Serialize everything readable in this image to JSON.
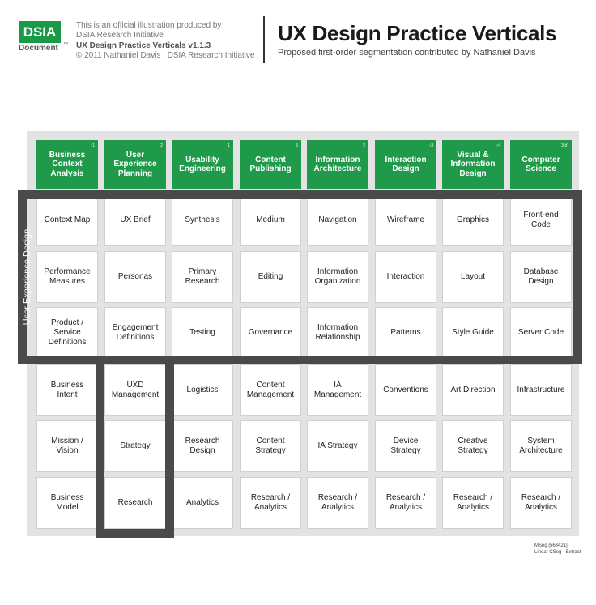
{
  "header": {
    "logo_text": "DSIA",
    "logo_sub": "Document",
    "logo_tm": "™",
    "notice_line1": "This is an official illustration produced by",
    "notice_line2": "DSIA Research Initiative",
    "notice_line3": "UX Design Practice Verticals v1.1.3",
    "notice_line4": "© 2011 Nathaniel Davis | DSIA Research Initiative",
    "title": "UX Design Practice Verticals",
    "subtitle": "Proposed first-order segmentation contributed by Nathaniel Davis"
  },
  "diagram": {
    "ux_label": "User Experience Design",
    "columns": [
      {
        "header": "Business Context Analysis",
        "code": "↑1",
        "cells": [
          "Context Map",
          "Performance Measures",
          "Product / Service Definitions",
          "Business Intent",
          "Mission / Vision",
          "Business Model"
        ]
      },
      {
        "header": "User Experience Planning",
        "code": "2",
        "cells": [
          "UX Brief",
          "Personas",
          "Engagement Definitions",
          "UXD Management",
          "Strategy",
          "Research"
        ]
      },
      {
        "header": "Usability Engineering",
        "code": "1",
        "cells": [
          "Synthesis",
          "Primary Research",
          "Testing",
          "Logistics",
          "Research Design",
          "Analytics"
        ]
      },
      {
        "header": "Content Publishing",
        "code": "5",
        "cells": [
          "Medium",
          "Editing",
          "Governance",
          "Content Management",
          "Content Strategy",
          "Research / Analytics"
        ]
      },
      {
        "header": "Information Architecture",
        "code": "2",
        "cells": [
          "Navigation",
          "Information Organization",
          "Information Relationship",
          "IA Management",
          "IA Strategy",
          "Research / Analytics"
        ]
      },
      {
        "header": "Interaction Design",
        "code": "↑3",
        "cells": [
          "Wireframe",
          "Interaction",
          "Patterns",
          "Conventions",
          "Device Strategy",
          "Research / Analytics"
        ]
      },
      {
        "header": "Visual & Information Design",
        "code": "↑4",
        "cells": [
          "Graphics",
          "Layout",
          "Style Guide",
          "Art Direction",
          "Creative Strategy",
          "Research / Analytics"
        ]
      },
      {
        "header": "Computer Science",
        "code": "3(d)",
        "cells": [
          "Front-end Code",
          "Database Design",
          "Server Code",
          "Infrastructure",
          "System Architecture",
          "Research / Analytics"
        ]
      }
    ]
  },
  "footnote": {
    "line1": "MSeg [563421]",
    "line2": "Linear CSeg - Extract"
  },
  "colors": {
    "header_green": "#1e9a4a",
    "frame_gray": "#4a4a4a",
    "board_gray": "#e3e3e3"
  }
}
